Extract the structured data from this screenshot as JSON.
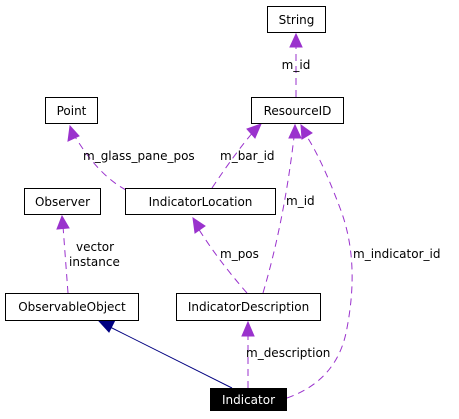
{
  "colors": {
    "usage_edge": "#9a32cd",
    "inheritance_edge": "#000080",
    "node_border": "#000000",
    "highlight_fill": "#000000",
    "highlight_text": "#ffffff"
  },
  "nodes": {
    "string": "String",
    "resource_id": "ResourceID",
    "point": "Point",
    "observer": "Observer",
    "indicator_location": "IndicatorLocation",
    "observable_object": "ObservableObject",
    "indicator_description": "IndicatorDescription",
    "indicator": "Indicator"
  },
  "edge_labels": {
    "string_m_id": "m_id",
    "glass_pane_pos": "m_glass_pane_pos",
    "bar_id": "m_bar_id",
    "resource_m_id": "m_id",
    "indicator_id": "m_indicator_id",
    "vector_line1": "vector",
    "vector_line2": "instance",
    "m_pos": "m_pos",
    "m_description": "m_description"
  }
}
